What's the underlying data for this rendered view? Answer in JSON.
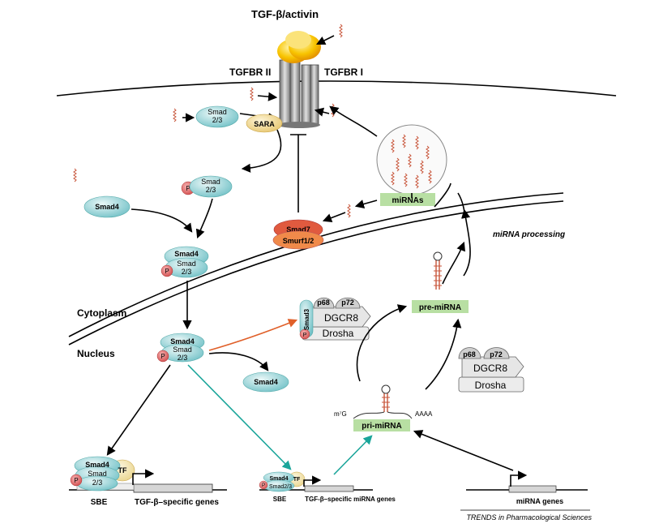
{
  "labels": {
    "ligand": "TGF-β/activin",
    "receptor_ii": "TGFBR II",
    "receptor_i": "TGFBR I",
    "smad23": "Smad 2/3",
    "sara": "SARA",
    "smad4": "Smad4",
    "smad": "Smad",
    "p": "P",
    "smad7": "Smad7",
    "smurf": "Smurf1/2",
    "mirnas": "miRNAs",
    "mirna_processing": "miRNA processing",
    "cytoplasm": "Cytoplasm",
    "nucleus": "Nucleus",
    "smad3": "Smad3",
    "p68": "p68",
    "p72": "p72",
    "dgcr8": "DGCR8",
    "drosha": "Drosha",
    "pre_mirna": "pre-miRNA",
    "pri_mirna": "pri-miRNA",
    "m7g": "m⁷G",
    "aaaa": "AAAA",
    "tf": "TF",
    "smad4_small": "Smad4",
    "smad23_small": "Smad2/3",
    "sbe": "SBE",
    "tgf_genes": "TGF-β–specific genes",
    "tgf_mirna_genes": "TGF-β–specific miRNA genes",
    "mirna_genes": "miRNA genes",
    "credit": "TRENDS in Pharmacological Sciences"
  },
  "colors": {
    "teal": "#8ecfd3",
    "sara": "#f3dc9a",
    "smad7": "#e05a3f",
    "smurf": "#f08a4a",
    "phospho": "#e06060",
    "mirna_box": "#b8dfa3",
    "receptor": "#9a9a9a",
    "ligand": "#f5b800",
    "orange_arrow": "#e0602a",
    "teal_arrow": "#1aa59a",
    "mirna_red": "#c8553a",
    "grey_box": "#e2e2e2"
  }
}
